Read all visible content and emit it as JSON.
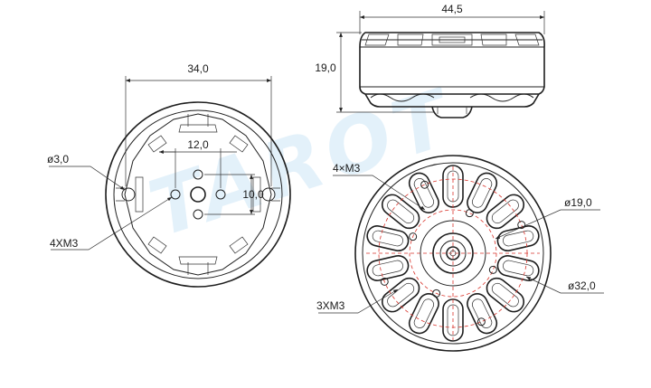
{
  "watermark": "TAROT",
  "side_view": {
    "width_label": "44,5",
    "height_label": "19,0"
  },
  "left_view": {
    "outer_dia_label": "34,0",
    "hole_dia_label": "ø3,0",
    "spacing_h_label": "12,0",
    "spacing_v_label": "10,0",
    "screw_label": "4XM3"
  },
  "right_view": {
    "screw_top_label": "4×M3",
    "inner_dia_label": "ø19,0",
    "outer_dia_label": "ø32,0",
    "screw_bottom_label": "3XM3"
  },
  "colors": {
    "line": "#222222",
    "pcd_dashed": "#d9342b",
    "watermark": "#7fbfe8"
  }
}
